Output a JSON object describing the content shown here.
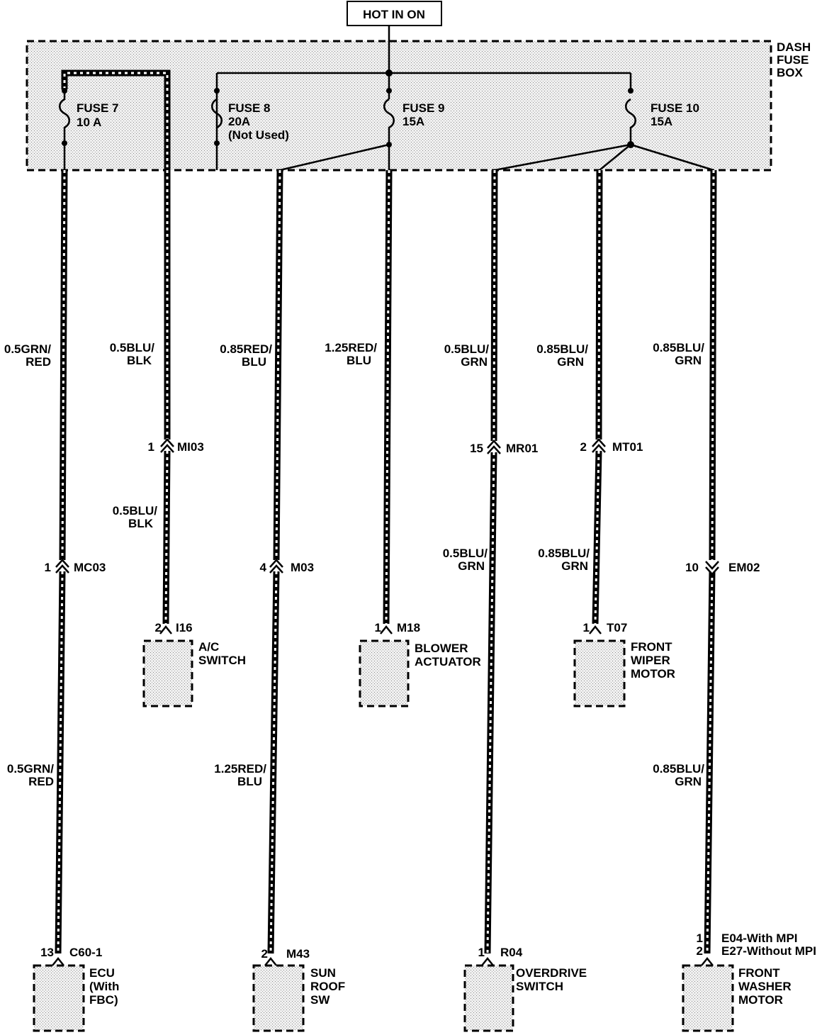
{
  "hot_label": "HOT IN ON",
  "fuse_box": {
    "label_line1": "DASH",
    "label_line2": "FUSE",
    "label_line3": "BOX"
  },
  "fuses": {
    "f7": {
      "name": "FUSE 7",
      "rating": "10 A"
    },
    "f8": {
      "name": "FUSE 8",
      "rating": "20A",
      "note": "(Not Used)"
    },
    "f9": {
      "name": "FUSE 9",
      "rating": "15A"
    },
    "f10": {
      "name": "FUSE 10",
      "rating": "15A"
    }
  },
  "wires": {
    "w1_top": [
      "0.5GRN/",
      "RED"
    ],
    "w1_bot": [
      "0.5GRN/",
      "RED"
    ],
    "w2_top": [
      "0.5BLU/",
      "BLK"
    ],
    "w2_mid": [
      "0.5BLU/",
      "BLK"
    ],
    "w3_top": [
      "0.85RED/",
      "BLU"
    ],
    "w3_bot": [
      "1.25RED/",
      "BLU"
    ],
    "w4_top": [
      "1.25RED/",
      "BLU"
    ],
    "w5_top": [
      "0.5BLU/",
      "GRN"
    ],
    "w5_mid": [
      "0.5BLU/",
      "GRN"
    ],
    "w6_top": [
      "0.85BLU/",
      "GRN"
    ],
    "w6_mid": [
      "0.85BLU/",
      "GRN"
    ],
    "w7_top": [
      "0.85BLU/",
      "GRN"
    ],
    "w7_bot": [
      "0.85BLU/",
      "GRN"
    ]
  },
  "connectors": {
    "mc03": {
      "pin": "1",
      "name": "MC03"
    },
    "mi03": {
      "pin": "1",
      "name": "MI03"
    },
    "m03": {
      "pin": "4",
      "name": "M03"
    },
    "mr01": {
      "pin": "15",
      "name": "MR01"
    },
    "mt01": {
      "pin": "2",
      "name": "MT01"
    },
    "em02": {
      "pin": "10",
      "name": "EM02"
    }
  },
  "components": {
    "ac_switch": {
      "pin": "2",
      "conn": "I16",
      "label": [
        "A/C",
        "SWITCH"
      ]
    },
    "blower": {
      "pin": "1",
      "conn": "M18",
      "label": [
        "BLOWER",
        "ACTUATOR"
      ]
    },
    "wiper": {
      "pin": "1",
      "conn": "T07",
      "label": [
        "FRONT",
        "WIPER",
        "MOTOR"
      ]
    },
    "ecu": {
      "pin": "13",
      "conn": "C60-1",
      "label": [
        "ECU",
        "(With",
        "FBC)"
      ]
    },
    "sunroof": {
      "pin": "2",
      "conn": "M43",
      "label": [
        "SUN",
        "ROOF",
        "SW"
      ]
    },
    "overdrive": {
      "pin": "1",
      "conn": "R04",
      "label": [
        "OVERDRIVE",
        "SWITCH"
      ]
    },
    "washer": {
      "pin1": "1",
      "pin2": "2",
      "conn1": "E04-With MPI",
      "conn2": "E27-Without MPI",
      "label": [
        "FRONT",
        "WASHER",
        "MOTOR"
      ]
    }
  }
}
